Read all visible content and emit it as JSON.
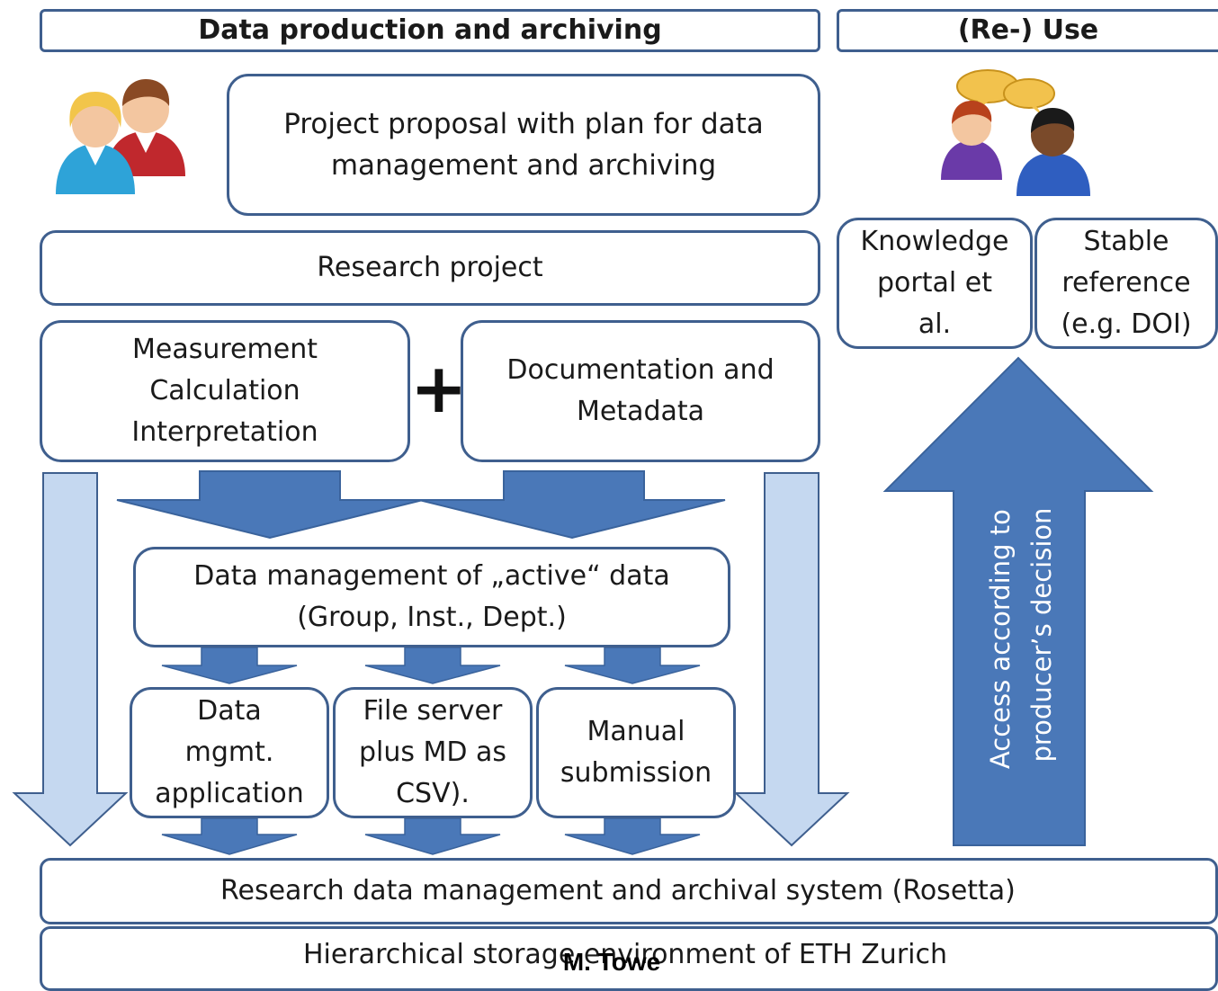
{
  "headers": {
    "production": "Data production and archiving",
    "reuse": "(Re-) Use"
  },
  "boxes": {
    "proposal": [
      "Project proposal with plan for data",
      "management and archiving"
    ],
    "research_project": "Research project",
    "measurement": [
      "Measurement",
      "Calculation",
      "Interpretation"
    ],
    "plus": "+",
    "documentation": [
      "Documentation and",
      "Metadata"
    ],
    "data_management_active": [
      "Data management of „active“ data",
      "(Group, Inst., Dept.)"
    ],
    "data_mgmt_app": [
      "Data",
      "mgmt.",
      "application"
    ],
    "file_server": [
      "File server",
      "plus MD as",
      "CSV)."
    ],
    "manual_submission": [
      "Manual",
      "submission"
    ],
    "knowledge_portal": [
      "Knowledge",
      "portal et",
      "al."
    ],
    "stable_reference": [
      "Stable",
      "reference",
      "(e.g. DOI)"
    ],
    "rosetta": "Research data management and archival system (Rosetta)",
    "storage": "Hierarchical storage environment of ETH Zurich"
  },
  "access_arrow": [
    "Access according to",
    "producer’s decision"
  ],
  "credit": "M. Towe",
  "icons": {
    "producers": "two-people-icon",
    "users": "people-talking-icon"
  },
  "colors": {
    "border": "#3f5f8e",
    "arrow_dark": "#4a78b8",
    "arrow_light": "#c5d8f0"
  }
}
